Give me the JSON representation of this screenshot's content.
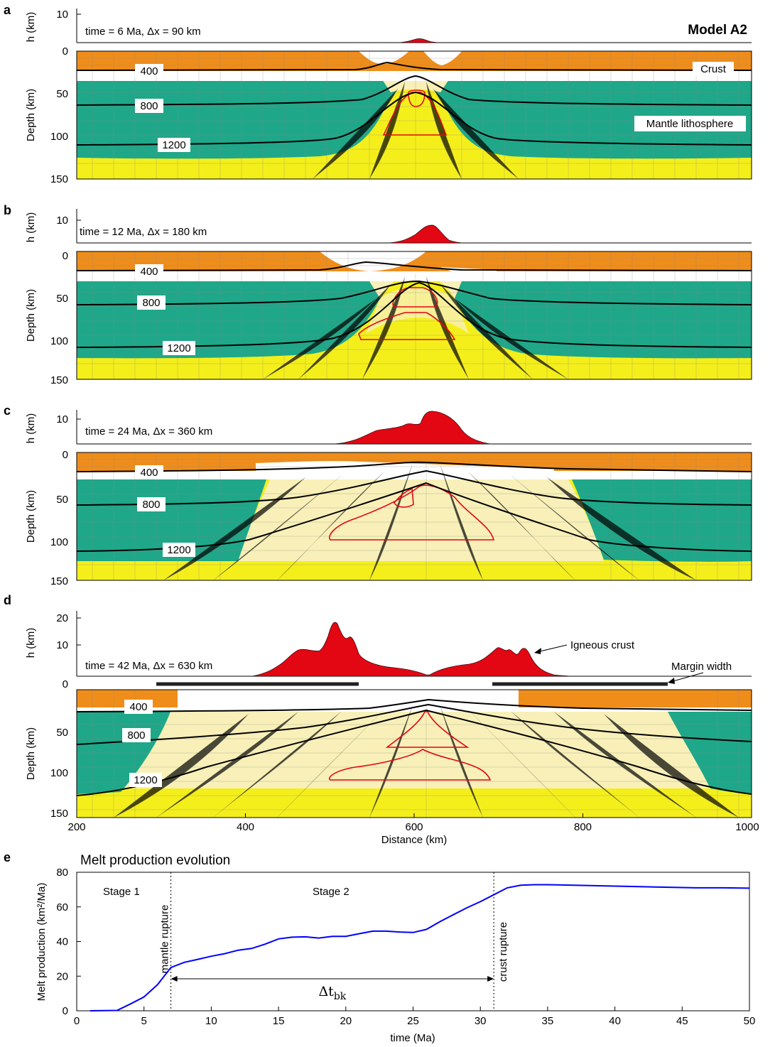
{
  "figure": {
    "model_label": "Model A2",
    "x_axis_label": "Distance (km)",
    "depth_axis_label": "Depth (km)",
    "h_axis_label": "h (km)",
    "x_ticks": [
      "200",
      "400",
      "600",
      "800",
      "1000"
    ],
    "depth_ticks": [
      "0",
      "50",
      "100",
      "150"
    ],
    "colors": {
      "crust": "#ef8d1b",
      "mantle_lithosphere": "#1fa789",
      "asthenosphere": "#f4ef1a",
      "depleted_mantle": "#f8f0b8",
      "melt": "#e30613",
      "isotherm": "#000000",
      "grid": "#888888"
    }
  },
  "panels": [
    {
      "letter": "a",
      "info": "time = 6 Ma, Δx = 90 km",
      "h_ticks": [
        "10"
      ],
      "isotherm_labels": [
        "400",
        "800",
        "1200"
      ],
      "annotations": [
        "Crust",
        "Mantle lithosphere"
      ]
    },
    {
      "letter": "b",
      "info": "time = 12 Ma, Δx = 180 km",
      "h_ticks": [
        "10"
      ],
      "isotherm_labels": [
        "400",
        "800",
        "1200"
      ]
    },
    {
      "letter": "c",
      "info": "time = 24 Ma, Δx = 360 km",
      "h_ticks": [
        "10"
      ],
      "isotherm_labels": [
        "400",
        "800",
        "1200"
      ]
    },
    {
      "letter": "d",
      "info": "time = 42 Ma, Δx = 630 km",
      "h_ticks": [
        "20",
        "10"
      ],
      "isotherm_labels": [
        "400",
        "800",
        "1200"
      ],
      "annotations": [
        "Igneous crust",
        "Margin width"
      ]
    }
  ],
  "chart_data": {
    "type": "line",
    "letter": "e",
    "title": "Melt production evolution",
    "xlabel": "time (Ma)",
    "ylabel": "Melt production (km²/Ma)",
    "xlim": [
      0,
      50
    ],
    "ylim": [
      0,
      80
    ],
    "x_ticks": [
      0,
      5,
      10,
      15,
      20,
      25,
      30,
      35,
      40,
      45,
      50
    ],
    "y_ticks": [
      0,
      20,
      40,
      60,
      80
    ],
    "x": [
      1,
      3,
      4,
      5,
      6,
      6.5,
      7,
      8,
      9,
      10,
      11,
      12,
      13,
      14,
      15,
      16,
      17,
      18,
      19,
      20,
      21,
      22,
      23,
      24,
      25,
      26,
      27,
      28,
      29,
      30,
      31,
      32,
      33,
      34,
      35,
      37,
      40,
      43,
      46,
      48,
      50
    ],
    "y": [
      0,
      0.2,
      4,
      8,
      15,
      20,
      25,
      28,
      29.7,
      31.5,
      33,
      35,
      36,
      38.5,
      41.5,
      42.5,
      42.7,
      42,
      43,
      43,
      44.5,
      46,
      46,
      45.5,
      45.2,
      47,
      51.5,
      55.5,
      59.5,
      63,
      67,
      71,
      72.5,
      72.8,
      72.8,
      72.5,
      72,
      71.5,
      71,
      71,
      70.8
    ],
    "series_color": "#0000ff",
    "stage_labels": [
      "Stage 1",
      "Stage 2"
    ],
    "events": [
      {
        "label": "mantle rupture",
        "x": 7
      },
      {
        "label": "crust rupture",
        "x": 31
      }
    ],
    "interval_label": "Δt",
    "interval_subscript": "bk"
  }
}
